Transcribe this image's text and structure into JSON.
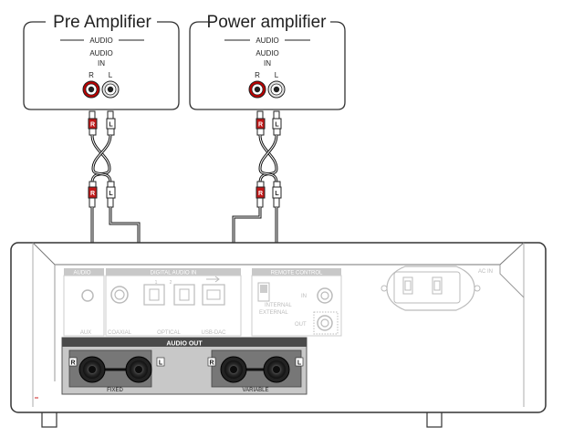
{
  "pre_amp": {
    "title": "Pre Amplifier",
    "group_label": "AUDIO",
    "jack_label_top": "AUDIO",
    "jack_label_bottom": "IN",
    "r_label": "R",
    "l_label": "L"
  },
  "power_amp": {
    "title": "Power amplifier",
    "group_label": "AUDIO",
    "jack_label_top": "AUDIO",
    "jack_label_bottom": "IN",
    "r_label": "R",
    "l_label": "L"
  },
  "plug_labels": {
    "right": "R",
    "left": "L"
  },
  "device": {
    "panels": {
      "audio_in_left": "AUDIO",
      "digital_audio_in": "DIGITAL AUDIO IN",
      "remote_control": "REMOTE CONTROL",
      "ac_in": "AC IN"
    },
    "jack_labels": {
      "aux": "AUX",
      "coaxial": "COAXIAL",
      "optical": "OPTICAL",
      "usb_dac": "USB-DAC",
      "optical_num_1": "1",
      "optical_num_2": "2",
      "remote_in": "IN",
      "remote_out": "OUT",
      "internal": "INTERNAL",
      "external": "EXTERNAL"
    },
    "audio_out": {
      "title": "AUDIO OUT",
      "fixed": "FIXED",
      "variable": "VARIABLE",
      "r": "R",
      "l": "L"
    }
  },
  "colors": {
    "red_jack": "#d9242b",
    "panel_dark": "#4a4a4a",
    "panel_light": "#c8c8c8",
    "outline": "#333333"
  }
}
